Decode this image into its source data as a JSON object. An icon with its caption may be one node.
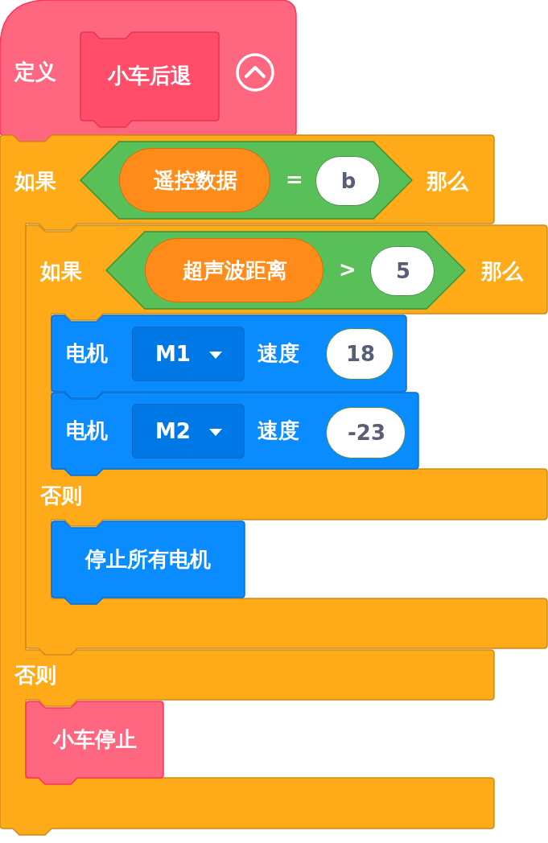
{
  "diagram": {
    "nodes": [
      {
        "text": [
          "定义"
        ]
      },
      {
        "text": [
          "小车后退"
        ],
        "in": 0
      },
      {
        "text": [
          "如果",
          "那么",
          "否则"
        ]
      },
      {
        "text": [
          "="
        ],
        "in": 2
      },
      {
        "text": [
          "遥控数据"
        ],
        "in": 3
      },
      {
        "text": [
          "b"
        ],
        "in": 3
      },
      {
        "text": [
          "如果",
          "那么",
          "否则"
        ],
        "in": 2
      },
      {
        "text": [
          ">"
        ],
        "in": 6
      },
      {
        "text": [
          "超声波距离"
        ],
        "in": 7
      },
      {
        "text": [
          "5"
        ],
        "in": 7
      },
      {
        "text": [
          "电机",
          "速度"
        ],
        "in": 6
      },
      {
        "text": [
          "M1"
        ],
        "in": 10
      },
      {
        "text": [
          "18"
        ],
        "in": 10
      },
      {
        "text": [
          "电机",
          "速度"
        ],
        "in": 6
      },
      {
        "text": [
          "M2"
        ],
        "in": 13
      },
      {
        "text": [
          "-23"
        ],
        "in": 13
      },
      {
        "text": [
          "停止所有电机"
        ],
        "in": 6
      },
      {
        "text": [
          "小车停止"
        ],
        "in": 2
      }
    ]
  }
}
